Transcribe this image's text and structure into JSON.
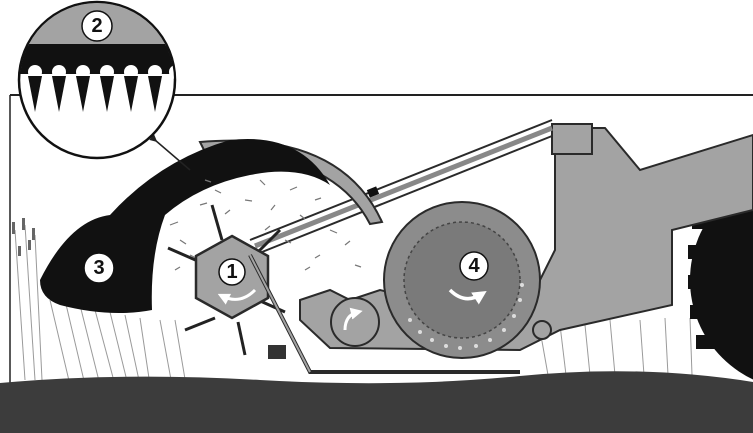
{
  "diagram": {
    "labels": [
      {
        "id": "1",
        "text": "1",
        "desc_icon": "hexagonal-rotor"
      },
      {
        "id": "2",
        "text": "2",
        "desc_icon": "toothed-comb-detail"
      },
      {
        "id": "3",
        "text": "3",
        "desc_icon": "crop-mass"
      },
      {
        "id": "4",
        "text": "4",
        "desc_icon": "rotating-drum"
      }
    ],
    "colors": {
      "machine_body": "#a3a3a3",
      "machine_outline": "#2a2a2a",
      "ground": "#3c3c3c",
      "crop_mass": "#111111",
      "drum_inner": "#7a7a7a",
      "background": "#ffffff",
      "label_circle": "#ffffff"
    }
  }
}
